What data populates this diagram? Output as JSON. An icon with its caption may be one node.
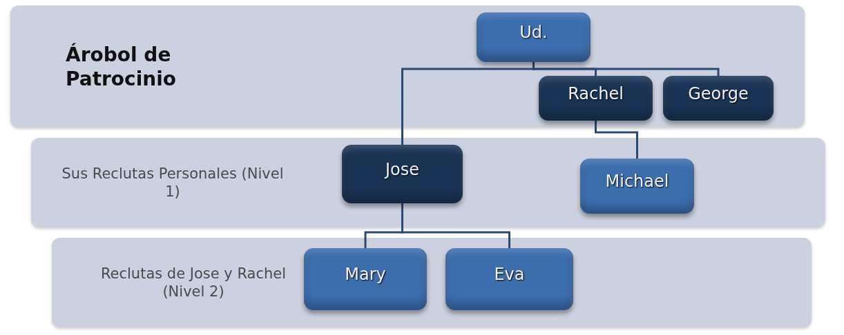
{
  "diagram": {
    "nodes": [
      {
        "text": [
          "Árobol de Patrocinio"
        ]
      },
      {
        "text": [
          "Sus Reclutas Personales (Nivel 1)"
        ]
      },
      {
        "text": [
          "Reclutas de Jose y Rachel (Nivel 2)"
        ]
      },
      {
        "text": [
          "Ud."
        ],
        "in": 0
      },
      {
        "text": [
          "Jose"
        ],
        "in": 1
      },
      {
        "text": [
          "Rachel"
        ],
        "in": 0
      },
      {
        "text": [
          "George"
        ],
        "in": 0
      },
      {
        "text": [
          "Mary"
        ],
        "in": 2
      },
      {
        "text": [
          "Eva"
        ],
        "in": 2
      },
      {
        "text": [
          "Michael"
        ],
        "in": 1
      }
    ],
    "edges": [
      {
        "from": 3,
        "to": 4,
        "arrow": "none"
      },
      {
        "from": 3,
        "to": 5,
        "arrow": "none"
      },
      {
        "from": 3,
        "to": 6,
        "arrow": "none"
      },
      {
        "from": 4,
        "to": 7,
        "arrow": "none"
      },
      {
        "from": 4,
        "to": 8,
        "arrow": "none"
      },
      {
        "from": 5,
        "to": 9,
        "arrow": "none"
      }
    ]
  }
}
